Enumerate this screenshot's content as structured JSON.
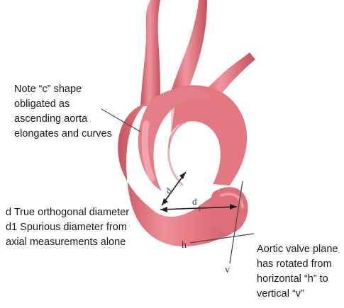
{
  "annotations": {
    "c_shape": "Note “c” shape\nobligated as\nascending aorta\nelongates and curves",
    "diameters": "d  True orthogonal diameter\nd1 Spurious diameter from\naxial measurements alone",
    "valve_plane": "Aortic valve plane\nhas rotated from\nhorizontal “h” to\nvertical “v”"
  },
  "labels": {
    "d": "d",
    "d1_base": "d",
    "d1_sub": "1",
    "h": "h",
    "v": "v"
  },
  "colors": {
    "aorta_fill": "#e0707a",
    "aorta_shadow": "#c9545f",
    "aorta_highlight": "#f29aa0",
    "line": "#4a4a4a"
  }
}
